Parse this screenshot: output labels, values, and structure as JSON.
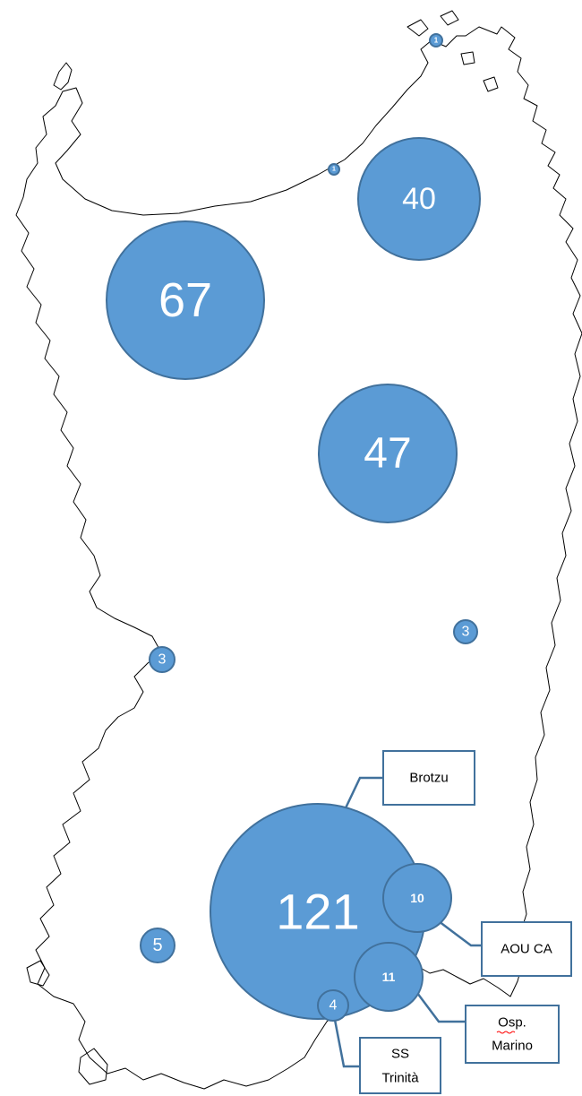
{
  "map": {
    "bubbles": [
      {
        "id": "north-tip",
        "value": "1"
      },
      {
        "id": "north-small",
        "value": "1"
      },
      {
        "id": "northeast",
        "value": "40"
      },
      {
        "id": "northwest",
        "value": "67"
      },
      {
        "id": "center",
        "value": "47"
      },
      {
        "id": "west",
        "value": "3"
      },
      {
        "id": "east",
        "value": "3"
      },
      {
        "id": "brotzu",
        "value": "121"
      },
      {
        "id": "aou-ca",
        "value": "10"
      },
      {
        "id": "osp-marino",
        "value": "11"
      },
      {
        "id": "ss-trinita",
        "value": "4"
      },
      {
        "id": "southwest",
        "value": "5"
      }
    ],
    "callouts": [
      {
        "id": "brotzu",
        "lines": [
          "Brotzu"
        ]
      },
      {
        "id": "aou-ca",
        "lines": [
          "AOU CA"
        ]
      },
      {
        "id": "osp-marino",
        "lines": [
          "Osp.",
          "Marino"
        ]
      },
      {
        "id": "ss-trinita",
        "lines": [
          "SS",
          "Trinità"
        ]
      }
    ],
    "colors": {
      "bubble_fill": "#5b9bd5",
      "bubble_stroke": "#41719c",
      "outline": "#000000",
      "background": "#ffffff"
    }
  }
}
